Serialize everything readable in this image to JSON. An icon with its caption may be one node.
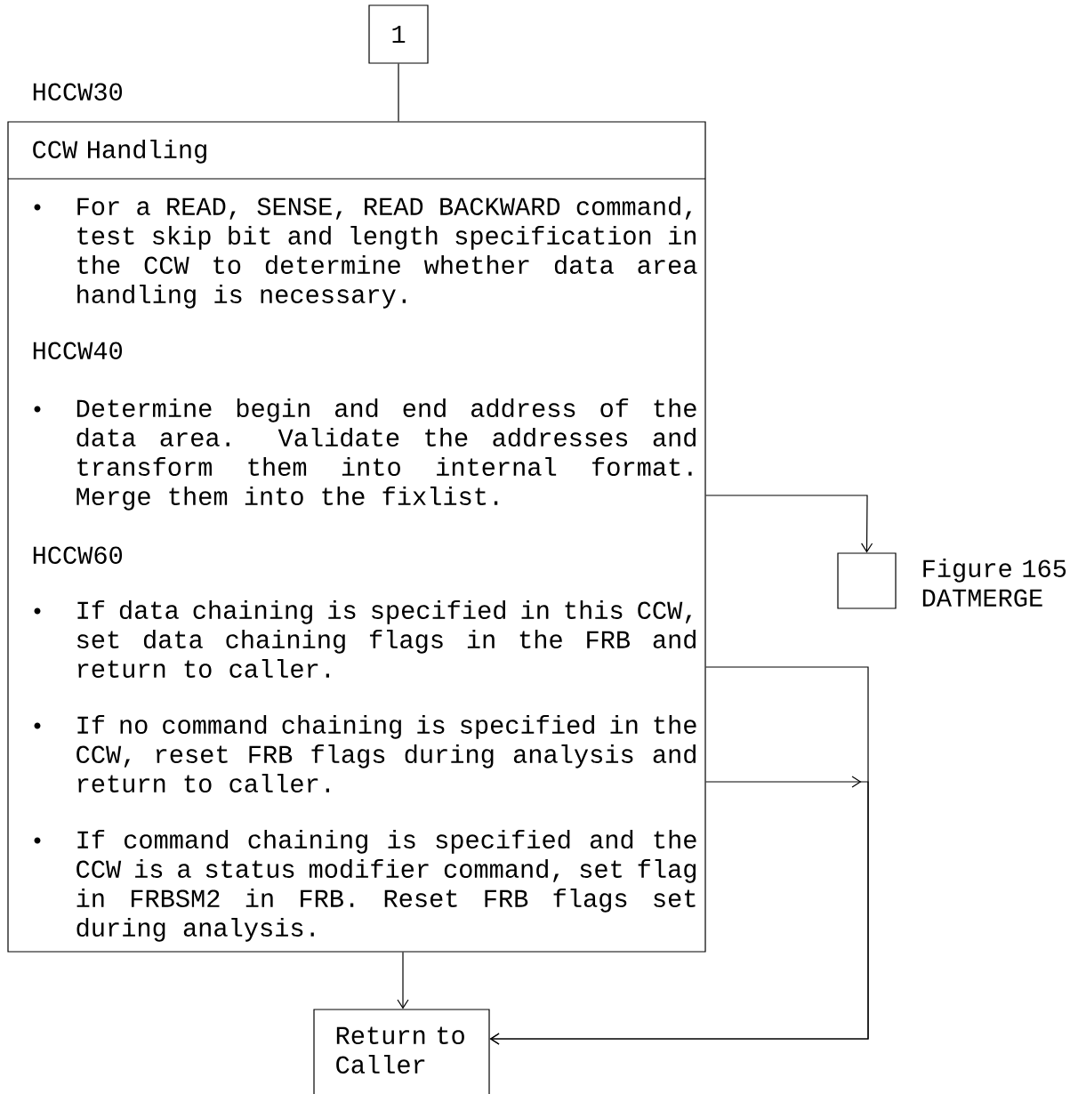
{
  "diagram": {
    "nodes": [
      {
        "text": [
          "1"
        ]
      },
      {
        "text": [
          "HCCW30",
          "CCW Handling",
          "For a READ, SENSE, READ BACKWARD command, test skip bit and length specification in the CCW to determine whether data area handling is necessary.",
          "HCCW40",
          "Determine begin and end address of the data area. Validate the addresses and transform them into internal format. Merge them into the fixlist.",
          "HCCW60",
          "If data chaining is specified in this CCW, set data chaining flags in the FRB and return to caller.",
          "If no command chaining is specified in the CCW, reset FRB flags during analysis and return to caller.",
          "If command chaining is specified and the CCW is a status modifier command, set flag in FRBSM2 in FRB. Reset FRB flags set during analysis."
        ]
      },
      {
        "text": [],
        "shape": "box",
        "beside": [
          "Figure 165 DATMERGE"
        ]
      },
      {
        "text": [
          "Return to Caller"
        ]
      }
    ],
    "edges": [
      {
        "from": 0,
        "to": 1,
        "arrow": "none"
      },
      {
        "from": 1,
        "to": 2,
        "arrow": "to"
      },
      {
        "from": 1,
        "to": 3,
        "arrow": "to"
      },
      {
        "from": 1,
        "to": 3,
        "arrow": "to"
      },
      {
        "from": 1,
        "to": 3,
        "arrow": "to"
      }
    ]
  }
}
